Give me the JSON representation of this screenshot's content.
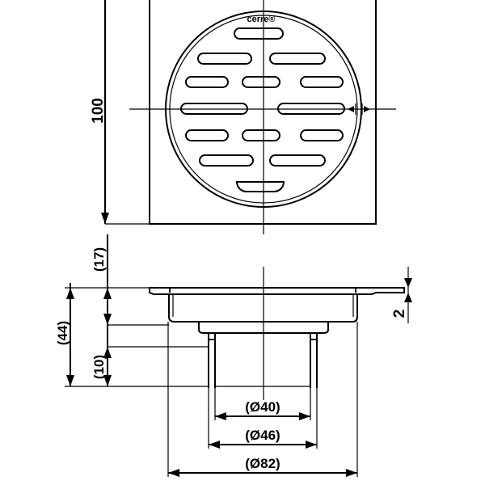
{
  "brand_label": "cerre®",
  "dimensions": {
    "plate_width": "100",
    "rim_height": "(17)",
    "flange_thickness": "2",
    "total_height": "(44)",
    "outlet_height": "(10)",
    "diameter_inner": "(Ø40)",
    "diameter_mid": "(Ø46)",
    "diameter_outer": "(Ø82)"
  }
}
